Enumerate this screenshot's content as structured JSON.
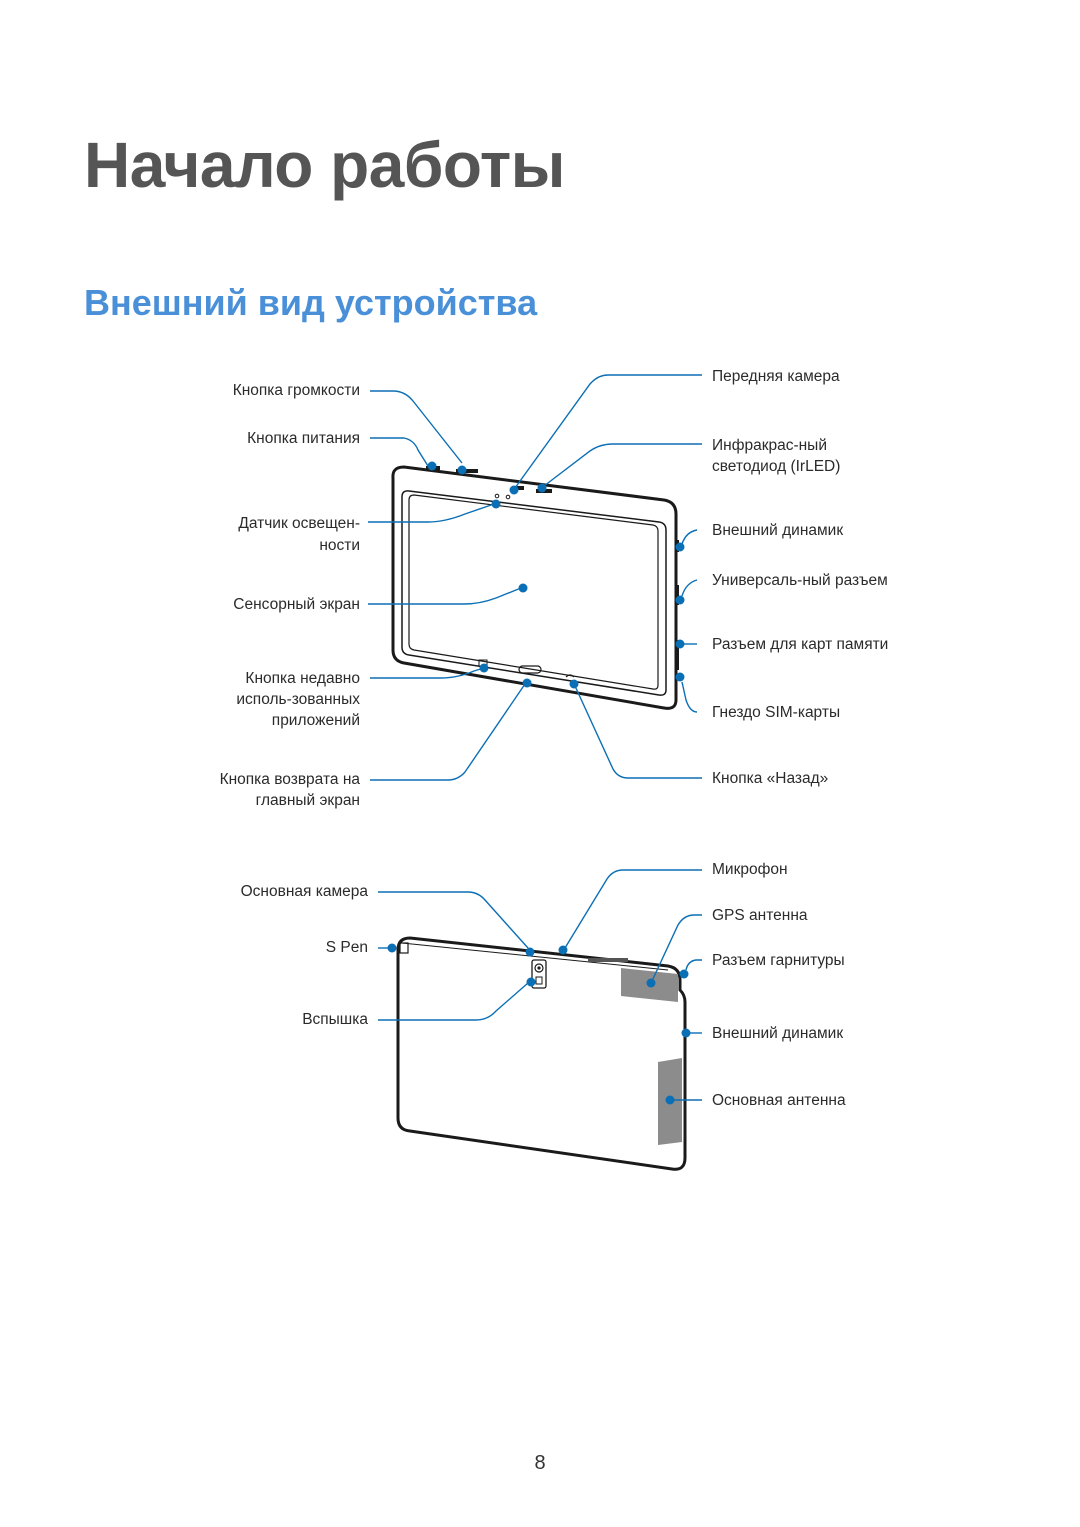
{
  "chapter_title": "Начало работы",
  "section_title": "Внешний вид устройства",
  "front_labels": {
    "volume": "Кнопка громкости",
    "power": "Кнопка питания",
    "light_sensor_1": "Датчик освещен-",
    "light_sensor_2": "ности",
    "touchscreen": "Сенсорный экран",
    "recent_1": "Кнопка недавно",
    "recent_2": "исполь-зованных",
    "recent_3": "приложений",
    "home_1": "Кнопка возврата на",
    "home_2": "главный экран",
    "front_camera": "Передняя камера",
    "irled_1": "Инфракрас-ный",
    "irled_2": "светодиод (IrLED)",
    "speaker": "Внешний динамик",
    "multipurpose": "Универсаль-ный разъем",
    "memory_card": "Разъем для карт памяти",
    "sim": "Гнездо SIM-карты",
    "back_button": "Кнопка «Назад»"
  },
  "back_labels": {
    "main_camera": "Основная камера",
    "s_pen": "S Pen",
    "flash": "Вспышка",
    "microphone": "Микрофон",
    "gps": "GPS антенна",
    "headset": "Разъем гарнитуры",
    "speaker": "Внешний динамик",
    "main_antenna": "Основная антенна"
  },
  "page_number": "8",
  "colors": {
    "accent": "#4a90d9",
    "leader": "#0b6fb5",
    "title_gray": "#555555"
  }
}
